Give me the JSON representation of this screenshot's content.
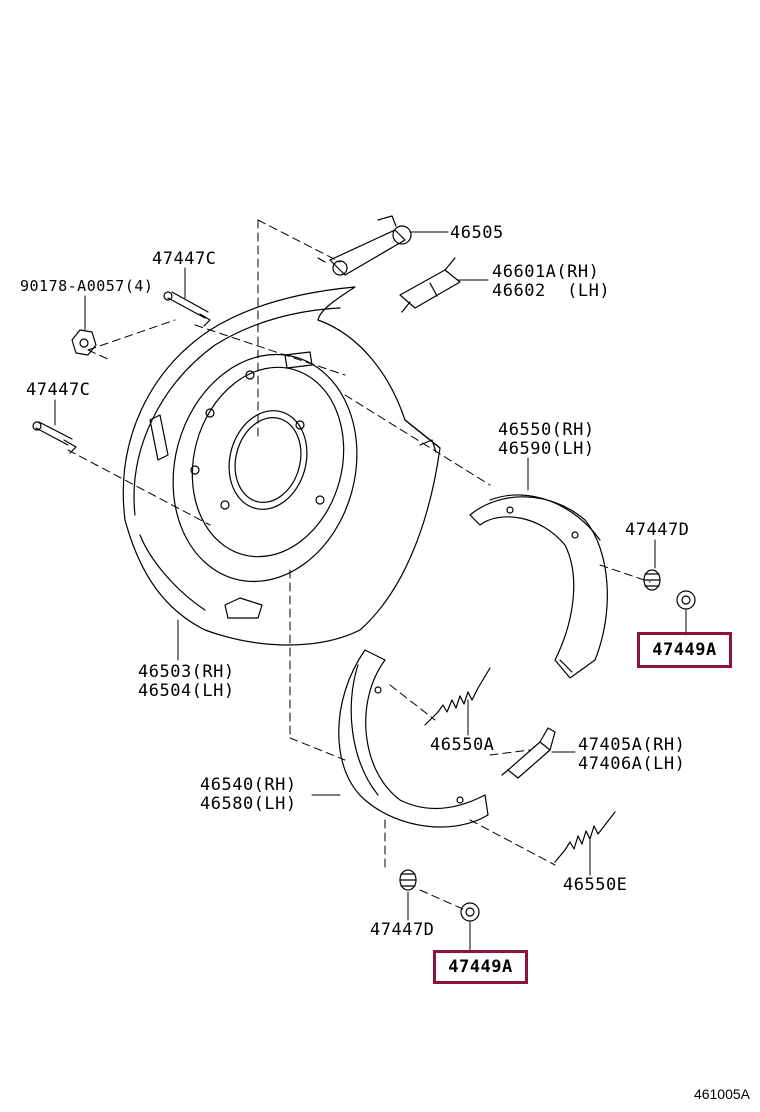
{
  "labels": {
    "p46505": "46505",
    "p46601a": "46601A(RH)",
    "p46602": "46602  (LH)",
    "p47447c_top": "47447C",
    "p90178": "90178-A0057(4)",
    "p47447c_left": "47447C",
    "p46550": "46550(RH)",
    "p46590": "46590(LH)",
    "p47447d_right": "47447D",
    "p47449a_right": "47449A",
    "p46503": "46503(RH)",
    "p46504": "46504(LH)",
    "p46550a": "46550A",
    "p47405a": "47405A(RH)",
    "p47406a": "47406A(LH)",
    "p46540": "46540(RH)",
    "p46580": "46580(LH)",
    "p46550e": "46550E",
    "p47447d_bottom": "47447D",
    "p47449a_bottom": "47449A"
  },
  "highlight_color": "#8a1538",
  "diagram_code": "461005A"
}
